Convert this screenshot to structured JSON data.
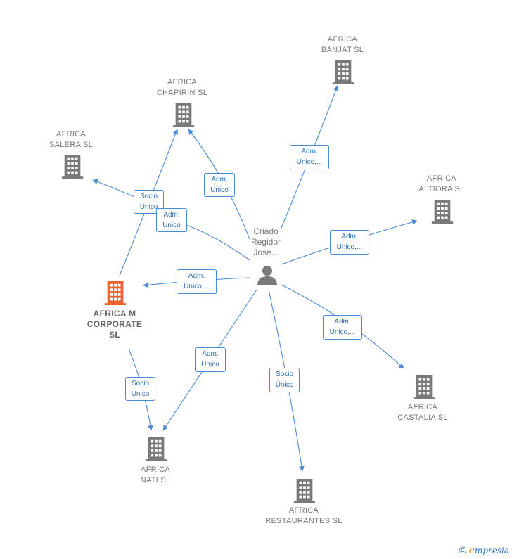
{
  "person": {
    "label": "Criado\nRegidor\nJose..."
  },
  "companies": {
    "banjat": {
      "label": "AFRICA\nBANJAT  SL"
    },
    "chapirin": {
      "label": "AFRICA\nCHAPIRIN  SL"
    },
    "salera": {
      "label": "AFRICA\nSALERA SL"
    },
    "altiora": {
      "label": "AFRICA\nALTIORA  SL"
    },
    "m_corporate": {
      "label": "AFRICA M\nCORPORATE\nSL"
    },
    "castalia": {
      "label": "AFRICA\nCASTALIA  SL"
    },
    "nati": {
      "label": "AFRICA\nNATI  SL"
    },
    "restaurantes": {
      "label": "AFRICA\nRESTAURANTES SL"
    }
  },
  "edges": {
    "banjat": "Adm.\nUnico,...",
    "chapirin": "Adm.\nUnico",
    "salera": "Socio\nÚnico",
    "m_chapirin": "Adm.\nUnico",
    "altiora": "Adm.\nUnico,...",
    "m_corporate": "Adm.\nUnico,...",
    "castalia": "Adm.\nUnico,...",
    "nati": "Adm.\nUnico",
    "restaurantes": "Socio\nÚnico",
    "m_nati": "Socio\nÚnico"
  },
  "colors": {
    "edge": "#4a8ad8",
    "building": "#7a7a7a",
    "main_building": "#f0622a",
    "person": "#7a7a7a"
  },
  "footer": {
    "copyright": "©",
    "brand_first": "e",
    "brand_rest": "mpresia"
  }
}
